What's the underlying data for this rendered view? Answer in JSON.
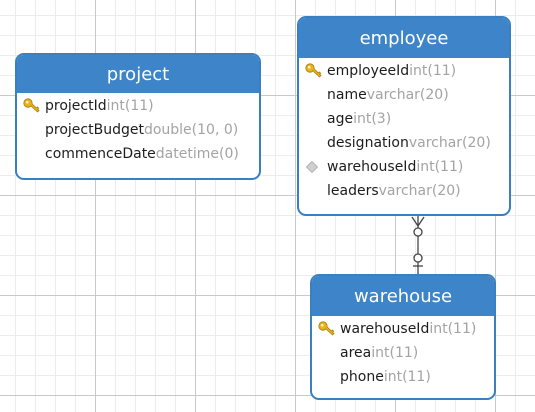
{
  "tables": [
    {
      "name": "project",
      "columns": [
        {
          "name": "projectId",
          "type": "int(11)",
          "key": "primary",
          "icon": "primary-key-icon"
        },
        {
          "name": "projectBudget",
          "type": "double(10, 0)",
          "key": "none",
          "icon": ""
        },
        {
          "name": "commenceDate",
          "type": "datetime(0)",
          "key": "none",
          "icon": ""
        }
      ]
    },
    {
      "name": "employee",
      "columns": [
        {
          "name": "employeeId",
          "type": "int(11)",
          "key": "primary",
          "icon": "primary-key-icon"
        },
        {
          "name": "name",
          "type": "varchar(20)",
          "key": "none",
          "icon": ""
        },
        {
          "name": "age",
          "type": "int(3)",
          "key": "none",
          "icon": ""
        },
        {
          "name": "designation",
          "type": "varchar(20)",
          "key": "none",
          "icon": ""
        },
        {
          "name": "warehouseId",
          "type": "int(11)",
          "key": "foreign",
          "icon": "foreign-key-diamond-icon"
        },
        {
          "name": "leaders",
          "type": "varchar(20)",
          "key": "none",
          "icon": ""
        }
      ]
    },
    {
      "name": "warehouse",
      "columns": [
        {
          "name": "warehouseId",
          "type": "int(11)",
          "key": "primary",
          "icon": "primary-key-icon"
        },
        {
          "name": "area",
          "type": "int(11)",
          "key": "none",
          "icon": ""
        },
        {
          "name": "phone",
          "type": "int(11)",
          "key": "none",
          "icon": ""
        }
      ]
    }
  ],
  "relationships": [
    {
      "from": "employee",
      "to": "warehouse",
      "from_cardinality": "zero-or-many",
      "to_cardinality": "zero-or-one"
    }
  ],
  "colors": {
    "header": "#3d84c8",
    "border": "#3a80c1",
    "column_name": "#1d1d1d",
    "column_type": "#a3a3a3",
    "key_gold": "#e8b417",
    "connector": "#444444"
  }
}
